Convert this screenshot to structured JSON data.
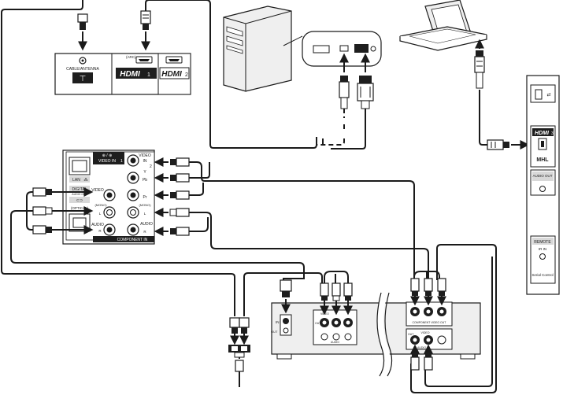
{
  "top_panel": {
    "cable_label": "CABLE/ANTENNA",
    "arc_label": "(ARC)",
    "hdmi1_label": "HDMI",
    "hdmi1_num": "1",
    "hdmi2_label": "HDMI",
    "hdmi2_num": "2"
  },
  "side_panel": {
    "hdmi_label": "HDMI",
    "hdmi_num": "3",
    "mhl_label": "MHL",
    "audio_out_label": "AUDIO OUT",
    "remote_label": "REMOTE",
    "ir_in_label": "IR IN",
    "serial_label": "Serial Control"
  },
  "left_panel": {
    "lan_label": "LAN",
    "digital_label": "DIGITAL",
    "audio_out_label": "AUDIO OUT",
    "optical_label": "(OPTICAL)",
    "video_in_label": "VIDEO IN",
    "video_in_num": "1",
    "video_label": "VIDEO",
    "mono_label": "(MONO)",
    "audio_label": "AUDIO",
    "l_label": "L",
    "r_label": "R",
    "video_label2": "VIDEO",
    "in_label": "IN",
    "in_num": "2",
    "y_label": "Y",
    "pb_label": "Pb",
    "pr_label": "Pr",
    "mono_label2": "(MONO)",
    "audio_label2": "AUDIO",
    "l_label2": "L",
    "r_label2": "R",
    "component_label": "COMPONENT IN"
  },
  "vcr": {
    "in_label": "IN",
    "out_label": "OUT",
    "video_label": "VIDEO",
    "audio_label": "AUDIO",
    "out_label2": "OUT"
  },
  "dvd": {
    "component_out_label": "COMPONENT VIDEO OUT",
    "video_label": "VIDEO",
    "audio_label": "AUDIO",
    "out_label": "OUT"
  },
  "colors": {
    "line": "#1a1a1a",
    "panel_fill": "#ffffff",
    "device_gray": "#efefef",
    "dark_fill": "#1e1e1e"
  }
}
